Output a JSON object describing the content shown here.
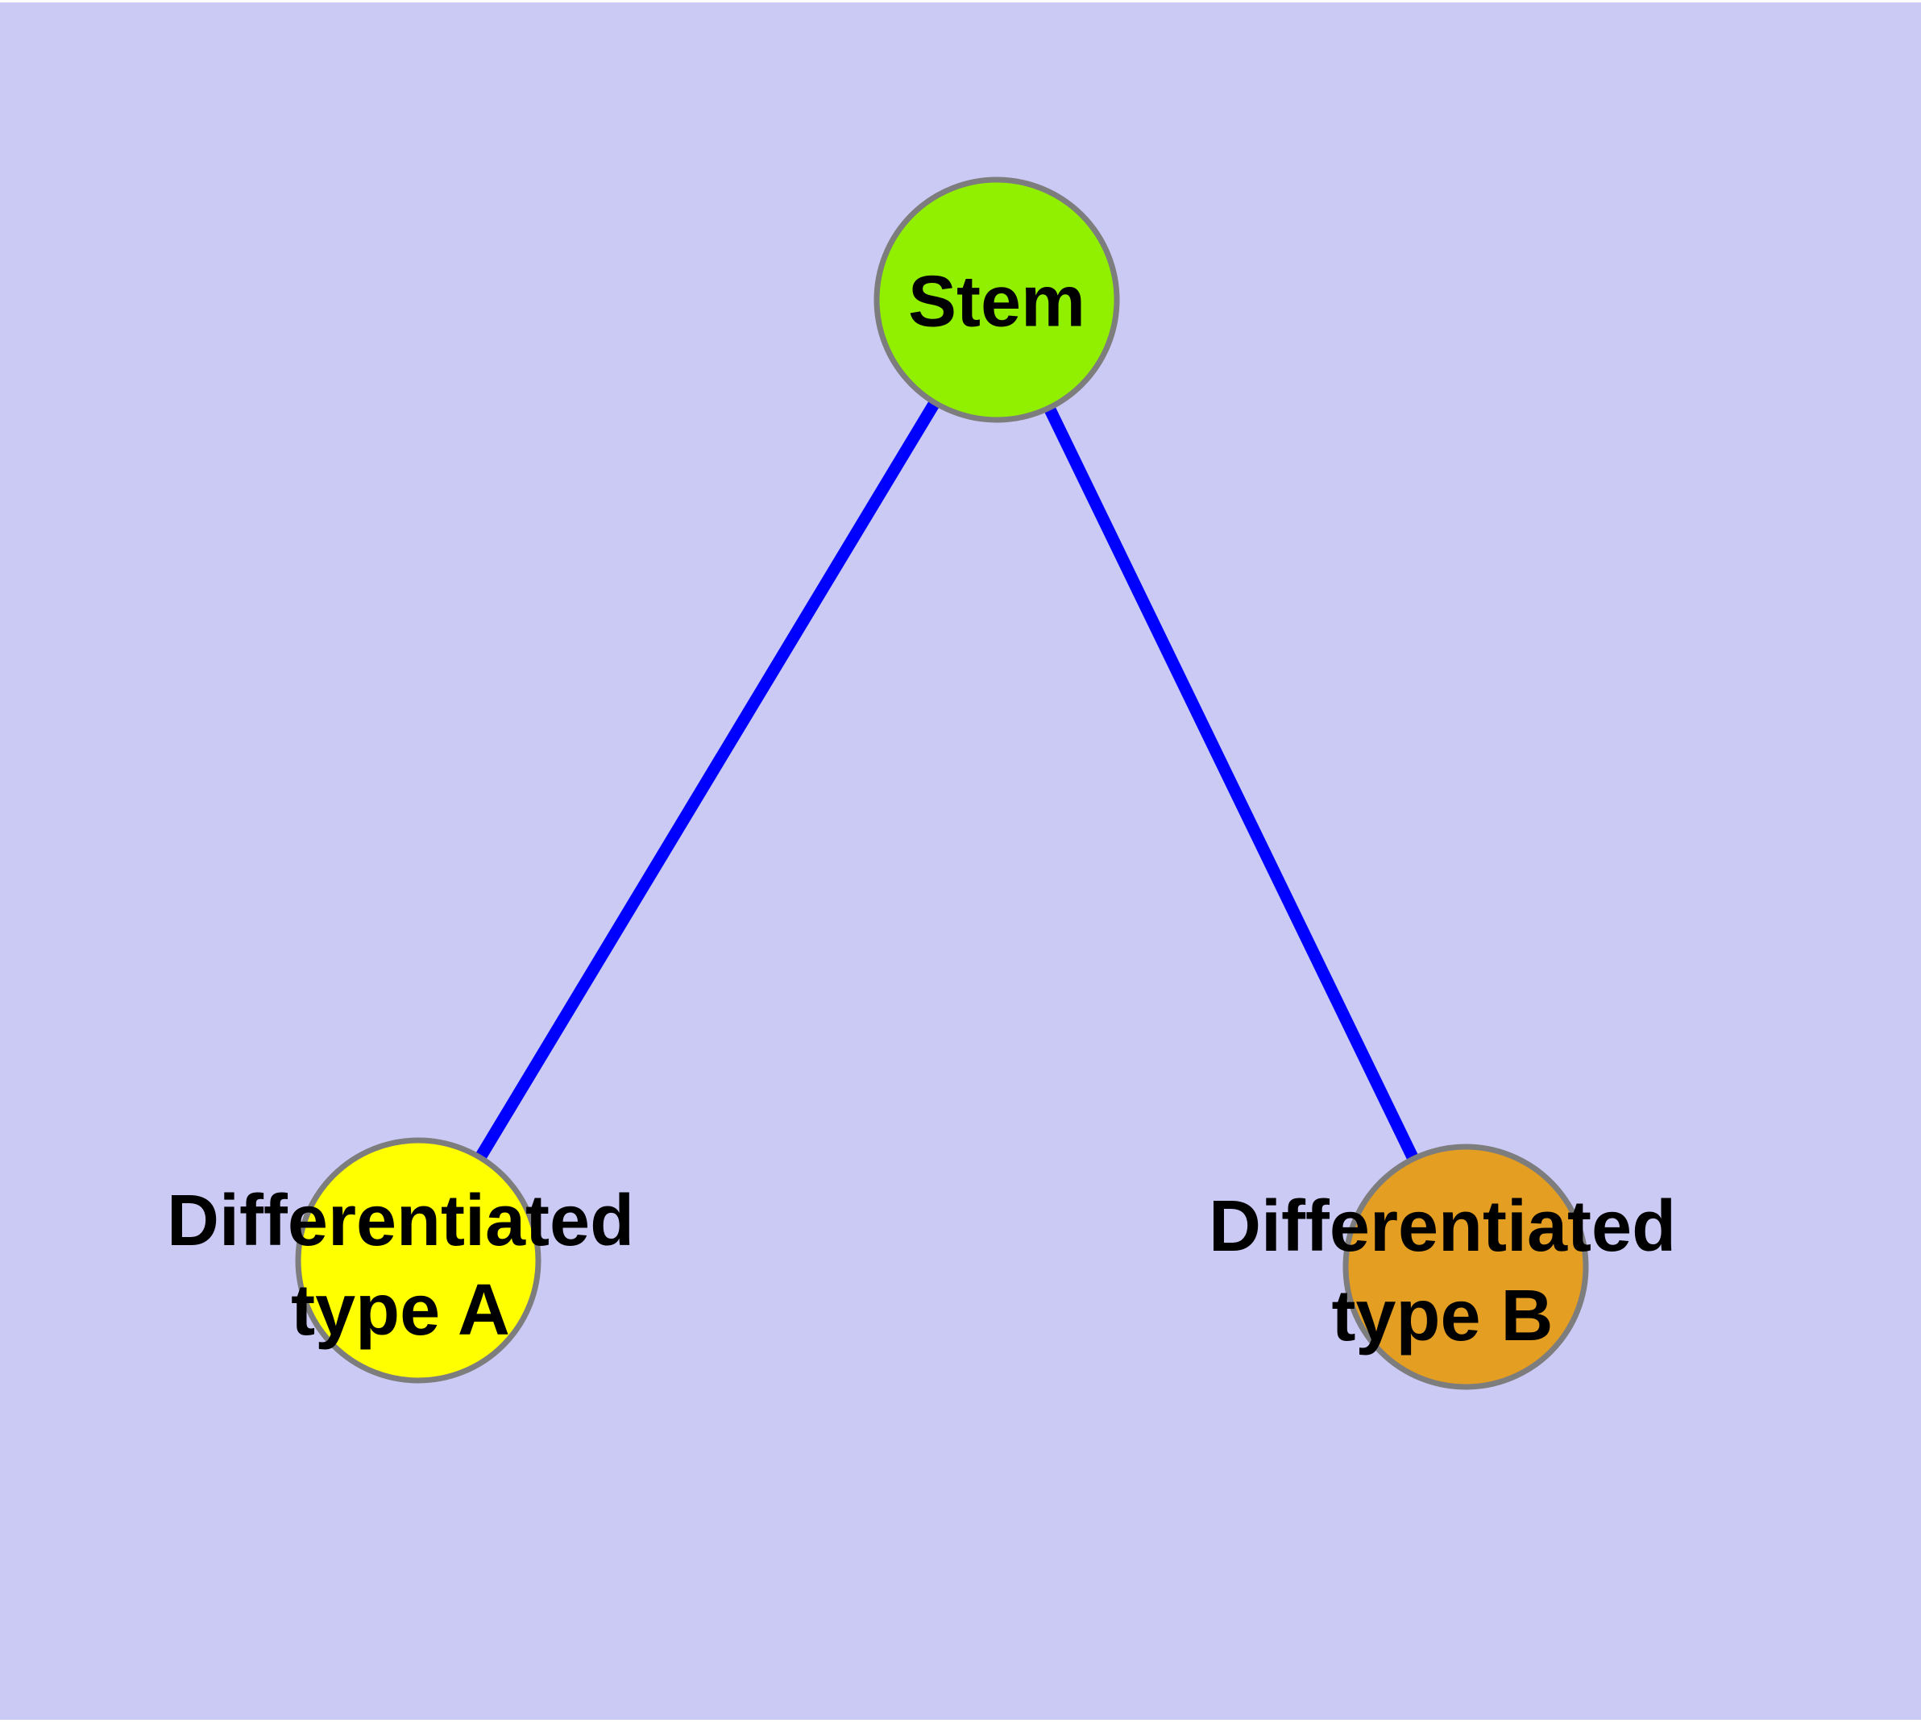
{
  "diagram": {
    "type": "graph",
    "colors": {
      "background": "#CACAF5",
      "frame": "#FFFFFF",
      "edge": "#0000FF",
      "node_border": "#7D7D7D",
      "text": "#000000"
    },
    "nodes": [
      {
        "id": "stem",
        "label": "Stem",
        "fill": "#91F000"
      },
      {
        "id": "differentiated-type-a",
        "label": "Differentiated\ntype A",
        "fill": "#FFFF00"
      },
      {
        "id": "differentiated-type-b",
        "label": "Differentiated\ntype B",
        "fill": "#E49E22"
      }
    ],
    "edges": [
      {
        "source": "Stem",
        "target": "Differentiated type A"
      },
      {
        "source": "Stem",
        "target": "Differentiated type B"
      }
    ]
  }
}
